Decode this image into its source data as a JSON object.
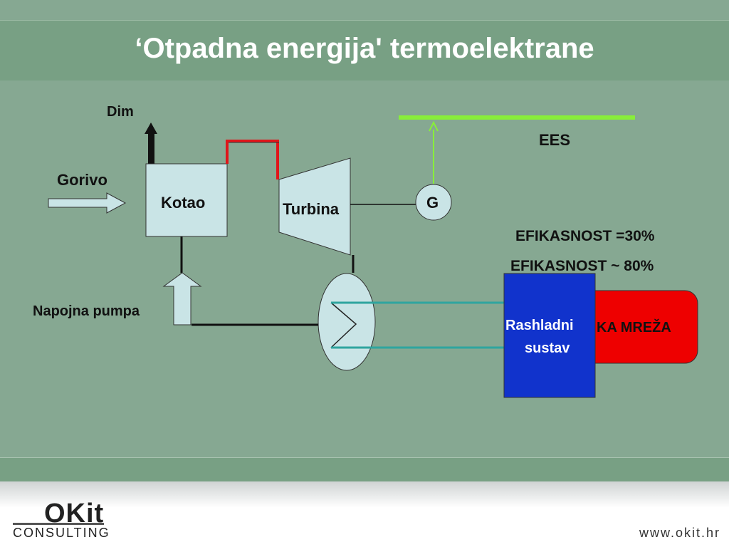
{
  "title": "‘Otpadna energija' termoelektrane",
  "diagram": {
    "dim": "Dim",
    "gorivo": "Gorivo",
    "kotao": "Kotao",
    "turbina": "Turbina",
    "generator": "G",
    "ees": "EES",
    "efficiency_1": "EFIKASNOST =30%",
    "efficiency_2": "EFIKASNOST ~ 80%",
    "napojna_pumpa": "Napojna pumpa",
    "rashladni_line1": "Rashladni",
    "rashladni_line2": "sustav",
    "mreza": "KA MREŽA"
  },
  "footer": {
    "logo_text": "OKit",
    "logo_sub": "CONSULTING",
    "url": "www.okit.hr"
  },
  "colors": {
    "background": "#86a892",
    "title_band": "#78a084",
    "component_fill": "#c9e4e6",
    "steam_line": "#e0151a",
    "grid_line": "#88ee3a",
    "cooling_pipe": "#2fa59f",
    "cooling_box": "#1133cc",
    "network_box": "#ee0000"
  }
}
